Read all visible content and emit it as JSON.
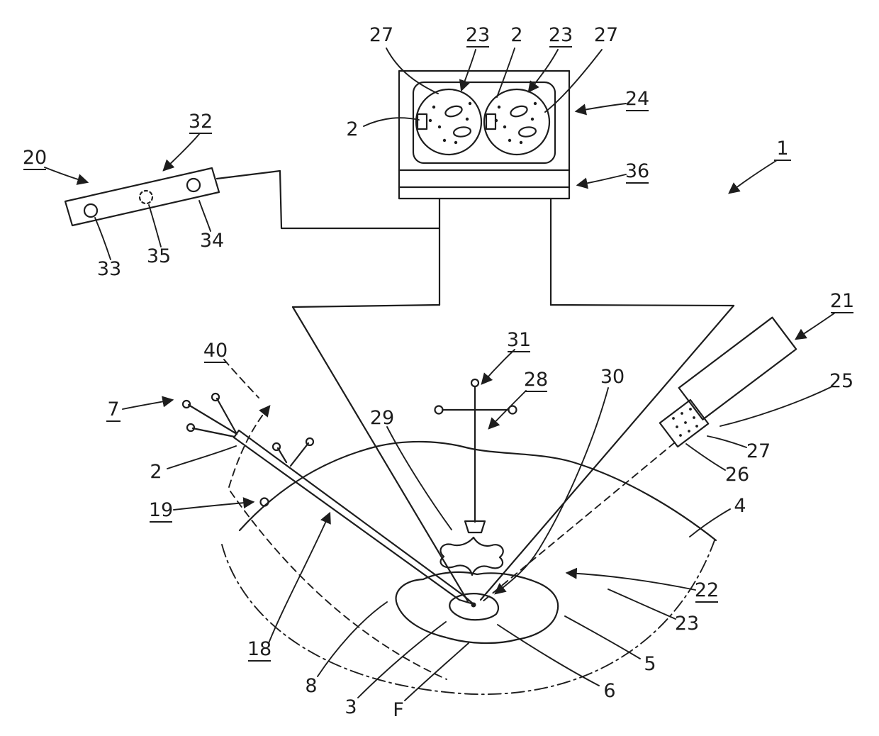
{
  "figure": {
    "background": "#ffffff",
    "ink": "#1d1d1d"
  },
  "labels": {
    "cam_top_27_left": "27",
    "cam_top_23_left": "23",
    "cam_top_2": "2",
    "cam_top_23_right": "23",
    "cam_top_27_right": "27",
    "cam_24": "24",
    "cam_2_side": "2",
    "cam_36": "36",
    "fig_1": "1",
    "tracker_32": "32",
    "tracker_20": "20",
    "tracker_34": "34",
    "tracker_35": "35",
    "tracker_33": "33",
    "probe_21": "21",
    "probe_25": "25",
    "probe_27": "27",
    "probe_26": "26",
    "tool_31": "31",
    "tool_28": "28",
    "tool_30": "30",
    "tool_29": "29",
    "pointer_40": "40",
    "pointer_7": "7",
    "pointer_2": "2",
    "pointer_19": "19",
    "pointer_18": "18",
    "site_4": "4",
    "site_22": "22",
    "site_23": "23",
    "site_5": "5",
    "site_6": "6",
    "site_8": "8",
    "site_3": "3",
    "site_F": "F"
  }
}
